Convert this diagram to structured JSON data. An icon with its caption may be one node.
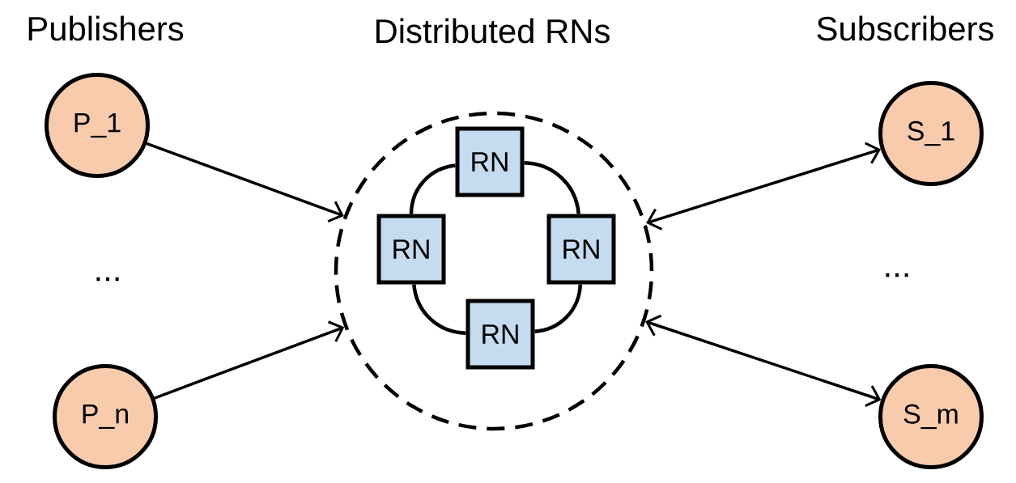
{
  "diagram": {
    "nodes": [
      {
        "text": [
          "P_1"
        ]
      },
      {
        "text": [
          "P_n"
        ]
      },
      {
        "text": [
          "S_1"
        ]
      },
      {
        "text": [
          "S_m"
        ]
      },
      {
        "text": [],
        "shape": "circle"
      },
      {
        "text": [
          "RN"
        ],
        "in": 4
      },
      {
        "text": [
          "RN"
        ],
        "in": 4
      },
      {
        "text": [
          "RN"
        ],
        "in": 4
      },
      {
        "text": [
          "RN"
        ],
        "in": 4
      }
    ],
    "edges": [
      {
        "from": 0,
        "to": 4,
        "arrow": "to"
      },
      {
        "from": 1,
        "to": 4,
        "arrow": "to"
      },
      {
        "from": 4,
        "to": 2,
        "arrow": "both"
      },
      {
        "from": 4,
        "to": 3,
        "arrow": "both"
      },
      {
        "from": 5,
        "to": 7,
        "arrow": "none"
      },
      {
        "from": 7,
        "to": 8,
        "arrow": "none"
      },
      {
        "from": 8,
        "to": 6,
        "arrow": "none"
      },
      {
        "from": 6,
        "to": 5,
        "arrow": "none"
      }
    ],
    "labels": [
      "Publishers",
      "Distributed RNs",
      "Subscribers",
      "...",
      "..."
    ]
  }
}
